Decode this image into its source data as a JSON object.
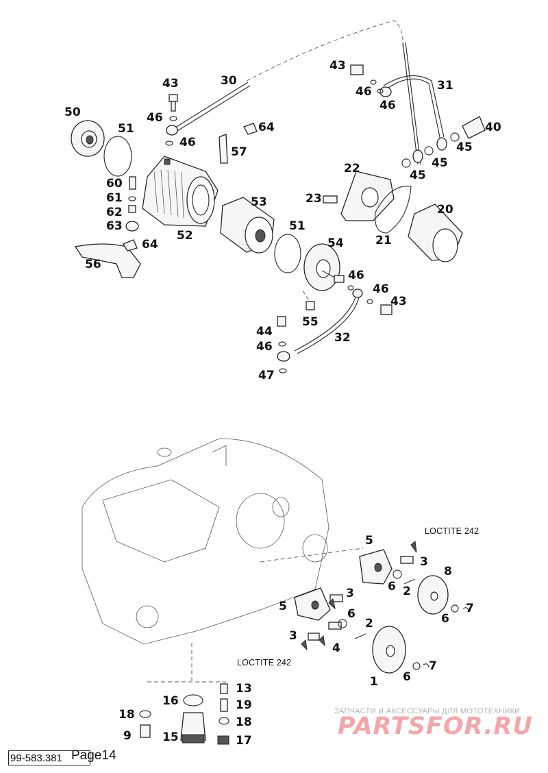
{
  "callouts": {
    "n50": "50",
    "n51a": "51",
    "n43a": "43",
    "n30": "30",
    "n46a": "46",
    "n46b": "46",
    "n43b": "43",
    "n46c": "46",
    "n46d": "46",
    "n31": "31",
    "n40": "40",
    "n64a": "64",
    "n57": "57",
    "n60": "60",
    "n61": "61",
    "n62": "62",
    "n63": "63",
    "n64b": "64",
    "n56": "56",
    "n52": "52",
    "n53": "53",
    "n51b": "51",
    "n22": "22",
    "n23": "23",
    "n21": "21",
    "n20": "20",
    "n45a": "45",
    "n45b": "45",
    "n45c": "45",
    "n54": "54",
    "n46e": "46",
    "n46f": "46",
    "n43c": "43",
    "n55": "55",
    "n44": "44",
    "n46g": "46",
    "n32": "32",
    "n47": "47",
    "n5a": "5",
    "n3a": "3",
    "n8": "8",
    "n6a": "6",
    "n2a": "2",
    "n7a": "7",
    "n6b": "6",
    "n5b": "5",
    "n3b": "3",
    "n6c": "6",
    "n2b": "2",
    "n3c": "3",
    "n4": "4",
    "n1": "1",
    "n6d": "6",
    "n7b": "7",
    "n13": "13",
    "n16": "16",
    "n19": "19",
    "n18a": "18",
    "n18b": "18",
    "n9": "9",
    "n15": "15",
    "n17": "17"
  },
  "notes": {
    "loctite_top": "LOCTITE 242",
    "loctite_bottom": "LOCTITE 242"
  },
  "footer": {
    "doc_code": "99-583.381",
    "page_label": "Page14"
  },
  "watermark": {
    "caption": "ЗАПЧАСТИ И АКСЕССУАРЫ ДЛЯ МОТОТЕХНИКИ",
    "logo": "PARTSFOR.RU"
  }
}
